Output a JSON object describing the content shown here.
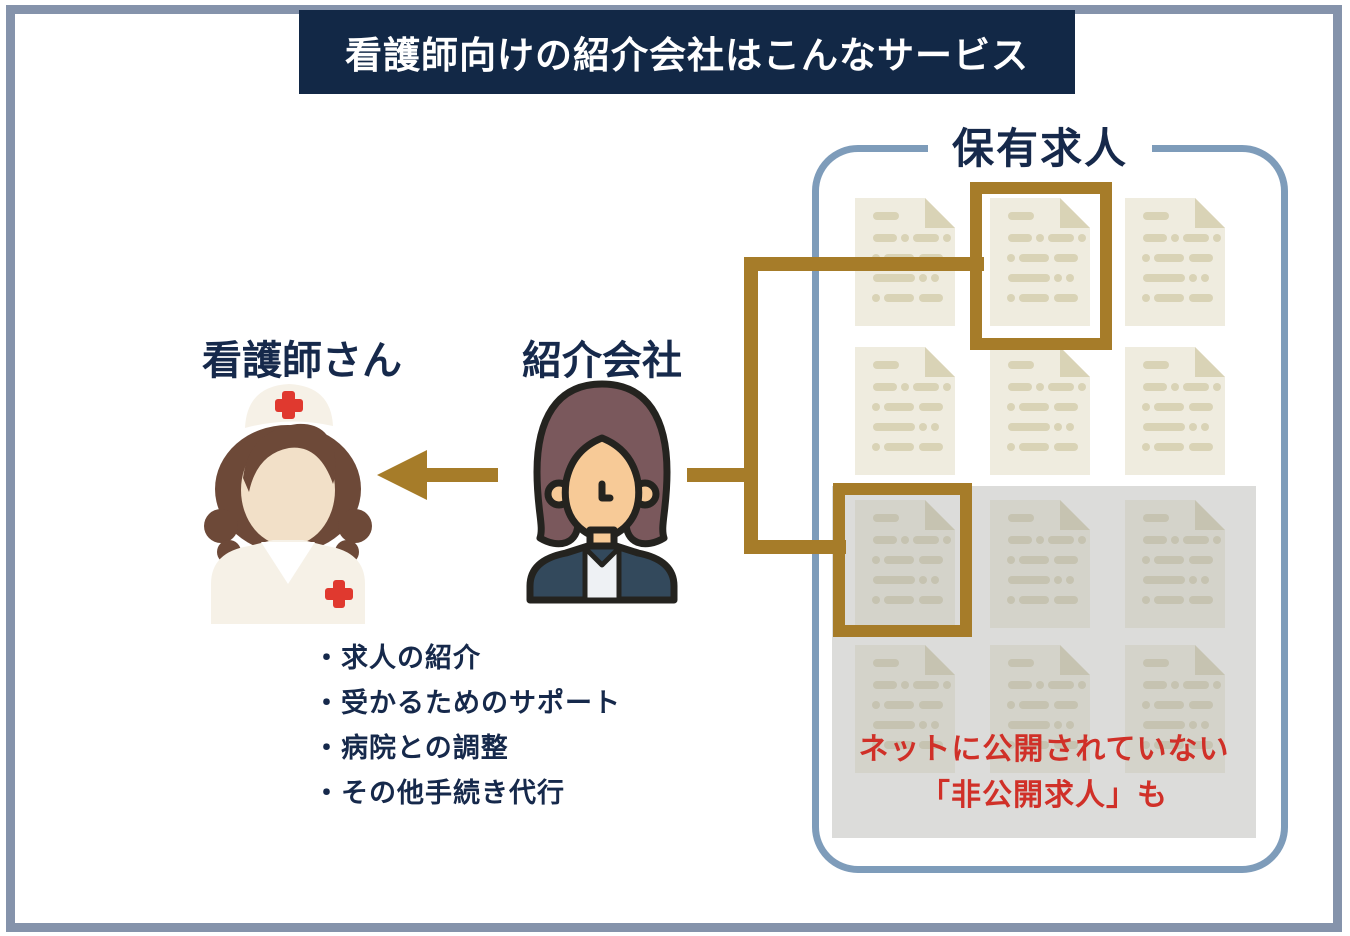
{
  "title_banner": {
    "text": "看護師向けの紹介会社はこんなサービス"
  },
  "actors": {
    "nurse": {
      "label": "看護師さん"
    },
    "agency": {
      "label": "紹介会社"
    }
  },
  "services_list": {
    "items": [
      "・求人の紹介",
      "・受かるためのサポート",
      "・病院との調整",
      "・その他手続き代行"
    ]
  },
  "jobs_panel": {
    "title": "保有求人",
    "grid": {
      "rows": 4,
      "cols": 3
    },
    "highlighted_documents": [
      "row1-col2",
      "row3-col1"
    ],
    "muted_rows": [
      3,
      4
    ],
    "hidden_jobs_note": {
      "line1": "ネットに公開されていない",
      "line2": "「非公開求人」も"
    }
  },
  "icons": {
    "nurse": "nurse-illustration",
    "agency": "recruiter-illustration",
    "document": "job-document-icon",
    "arrow": "arrow-left-icon"
  },
  "colors": {
    "outer_border": "#8593ab",
    "banner_bg": "#122846",
    "navy_text": "#16294b",
    "gold": "#a67c29",
    "panel_border": "#7e9cba",
    "doc_body": "#efecdf",
    "doc_accent": "#d9d3b6",
    "muted_overlay": "#dcdcda",
    "muted_doc_body": "#d4d3ca",
    "muted_doc_accent": "#c6c3b1",
    "red": "#d03028",
    "nurse_hair": "#6d4938",
    "nurse_skin": "#f2e0c8",
    "nurse_uniform": "#f6f1e7",
    "cross_red": "#e0392f",
    "rec_hair": "#7a585c",
    "rec_skin": "#f7ca97",
    "rec_jacket": "#33495c",
    "rec_shirt": "#eef1f4",
    "rec_outline": "#24231f"
  }
}
